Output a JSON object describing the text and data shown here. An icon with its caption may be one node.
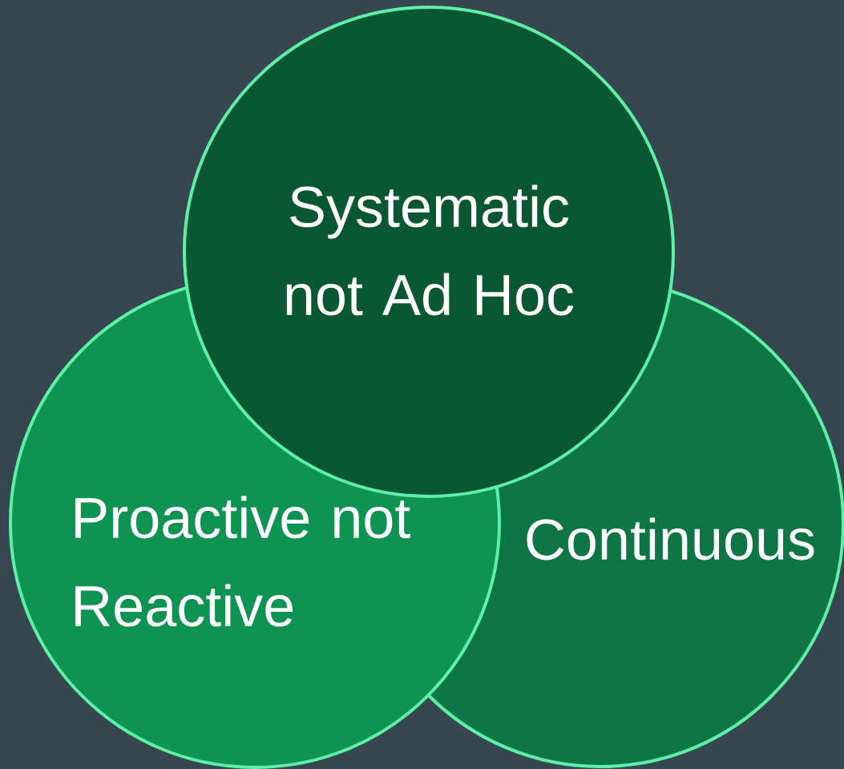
{
  "diagram": {
    "nodes": [
      {
        "text": [
          "Systematic not Ad Hoc"
        ]
      },
      {
        "text": [
          "Proactive not Reactive"
        ]
      },
      {
        "text": [
          "Continuous"
        ]
      }
    ]
  }
}
